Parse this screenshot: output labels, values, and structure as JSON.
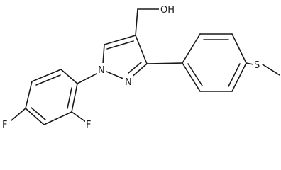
{
  "structure": {
    "atoms": {
      "hydroxyl": "OH",
      "n1": "N",
      "n2": "N",
      "sulfur": "S",
      "fluorine_ortho": "F",
      "fluorine_para": "F"
    }
  }
}
